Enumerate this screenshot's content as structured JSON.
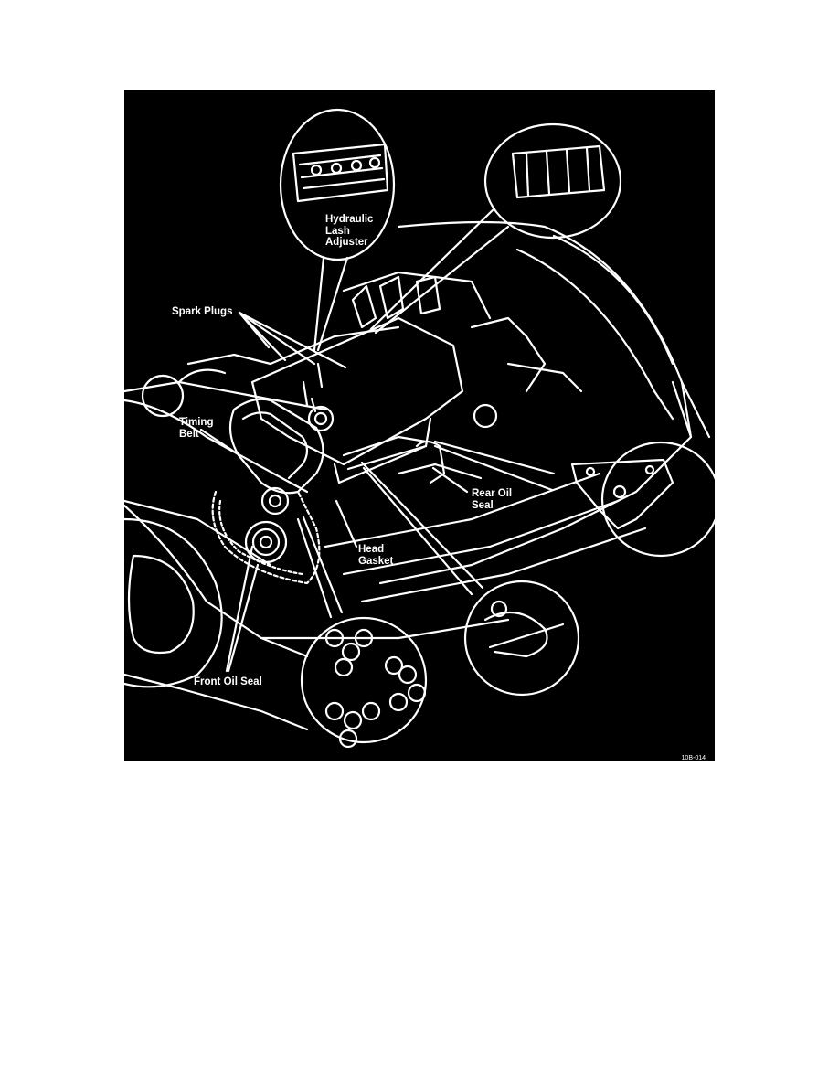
{
  "figure": {
    "labels": {
      "hydraulic_lash_adjuster": "Hydraulic\nLash\nAdjuster",
      "spark_plugs": "Spark Plugs",
      "timing_belt": "Timing\nBelt",
      "rear_oil_seal": "Rear Oil\nSeal",
      "head_gasket": "Head\nGasket",
      "front_oil_seal": "Front Oil Seal"
    },
    "figure_id": "10B-014"
  },
  "colors": {
    "background": "#000000",
    "line": "#ffffff",
    "page": "#ffffff"
  }
}
